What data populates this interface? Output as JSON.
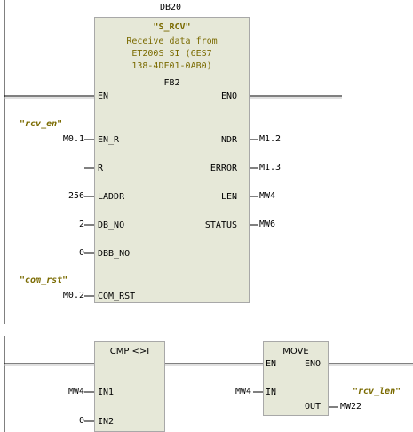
{
  "network1": {
    "instance_db": "DB20",
    "block_name": "\"S_RCV\"",
    "comment_lines": [
      "Receive data from",
      "ET200S SI (6ES7",
      "138-4DF01-0AB0)"
    ],
    "block_number": "FB2",
    "pins_left": {
      "en": "EN",
      "en_r": "EN_R",
      "r": "R",
      "laddr": "LADDR",
      "db_no": "DB_NO",
      "dbb_no": "DBB_NO",
      "com_rst": "COM_RST"
    },
    "pins_right": {
      "eno": "ENO",
      "ndr": "NDR",
      "error": "ERROR",
      "len": "LEN",
      "status": "STATUS"
    },
    "operands": {
      "en_r_symbol": "\"rcv_en\"",
      "en_r_addr": "M0.1",
      "laddr": "256",
      "db_no": "2",
      "dbb_no": "0",
      "com_rst_symbol": "\"com_rst\"",
      "com_rst_addr": "M0.2",
      "ndr": "M1.2",
      "error": "M1.3",
      "len": "MW4",
      "status": "MW6"
    }
  },
  "network2": {
    "cmp": {
      "title": "CMP <>I",
      "in1_pin": "IN1",
      "in2_pin": "IN2",
      "in1": "MW4",
      "in2": "0"
    },
    "move": {
      "title": "MOVE",
      "en_pin": "EN",
      "eno_pin": "ENO",
      "in_pin": "IN",
      "out_pin": "OUT",
      "in": "MW4",
      "out_symbol": "\"rcv_len\"",
      "out": "MW22"
    }
  },
  "colors": {
    "box_fill": "#e6e8d8",
    "box_border": "#a8a8a8",
    "wire": "#000000",
    "rail": "#808080",
    "symbol": "#7a6a00"
  }
}
